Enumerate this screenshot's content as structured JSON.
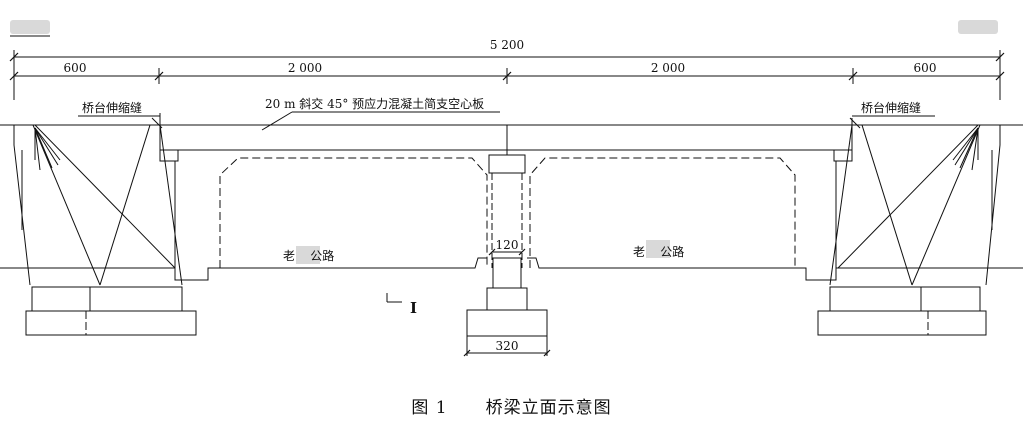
{
  "dimensions": {
    "total": "5 200",
    "segments": [
      "600",
      "2 000",
      "2 000",
      "600"
    ]
  },
  "labels": {
    "beam_title": "20 m 斜交 45°  预应力混凝土简支空心板",
    "expansion_joint_left": "桥台伸缩缝",
    "expansion_joint_right": "桥台伸缩缝",
    "road_left": "老    公路",
    "road_right": "老    公路",
    "pier_width": "120",
    "footing_width": "320",
    "section_mark": "I"
  },
  "caption": {
    "figure_number": "图 1",
    "title": "桥梁立面示意图"
  }
}
